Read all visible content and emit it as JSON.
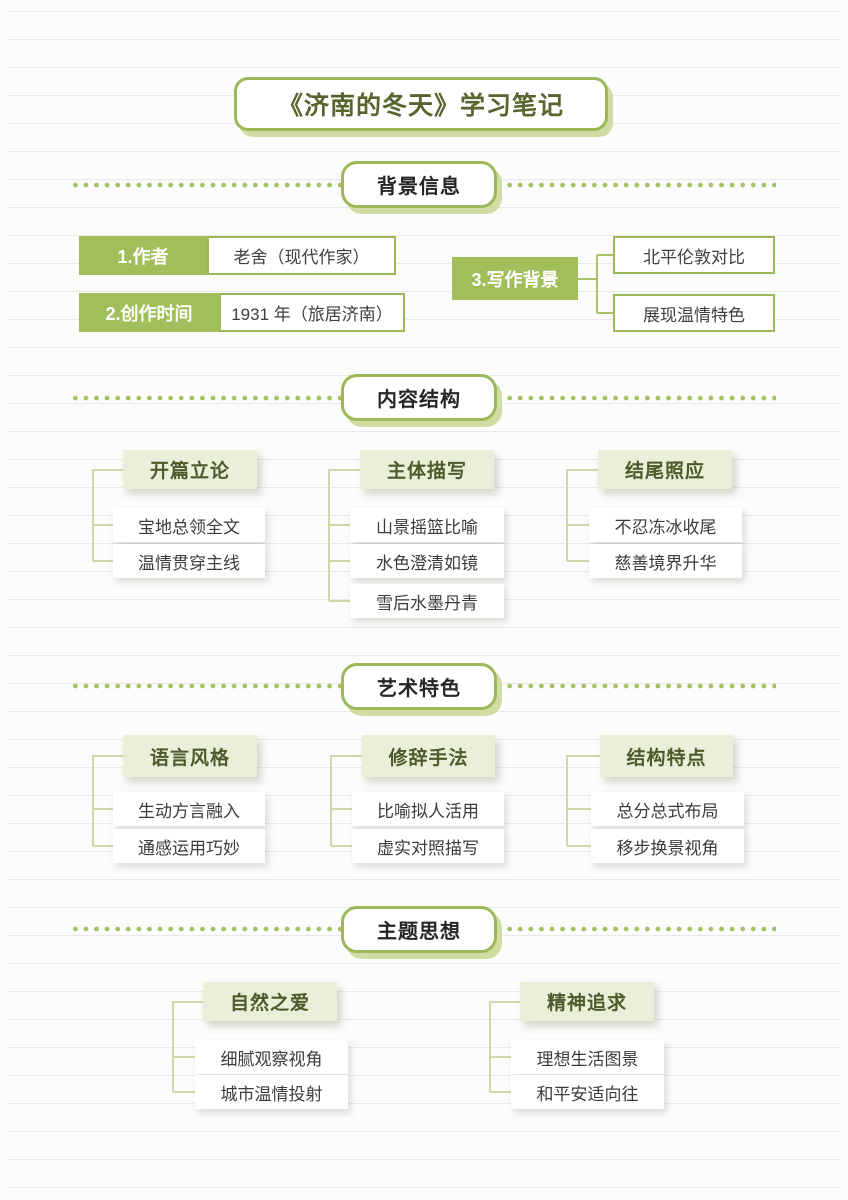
{
  "title": "《济南的冬天》学习笔记",
  "colors": {
    "accent_green": "#a0bf5a",
    "border_green": "#9cb859",
    "light_green_bg": "#e9efd8",
    "dark_olive_text": "#57652e",
    "dot_green": "#a3c161",
    "connector_green": "#c3d396"
  },
  "sections": [
    {
      "header": "背景信息",
      "facts": [
        {
          "label": "1.作者",
          "value": "老舍（现代作家）"
        },
        {
          "label": "2.创作时间",
          "value": "1931 年（旅居济南）"
        }
      ],
      "branch": {
        "label": "3.写作背景",
        "children": [
          "北平伦敦对比",
          "展现温情特色"
        ]
      }
    },
    {
      "header": "内容结构",
      "columns": [
        {
          "title": "开篇立论",
          "items": [
            "宝地总领全文",
            "温情贯穿主线"
          ]
        },
        {
          "title": "主体描写",
          "items": [
            "山景摇篮比喻",
            "水色澄清如镜",
            "雪后水墨丹青"
          ]
        },
        {
          "title": "结尾照应",
          "items": [
            "不忍冻冰收尾",
            "慈善境界升华"
          ]
        }
      ]
    },
    {
      "header": "艺术特色",
      "columns": [
        {
          "title": "语言风格",
          "items": [
            "生动方言融入",
            "通感运用巧妙"
          ]
        },
        {
          "title": "修辞手法",
          "items": [
            "比喻拟人活用",
            "虚实对照描写"
          ]
        },
        {
          "title": "结构特点",
          "items": [
            "总分总式布局",
            "移步换景视角"
          ]
        }
      ]
    },
    {
      "header": "主题思想",
      "columns": [
        {
          "title": "自然之爱",
          "items": [
            "细腻观察视角",
            "城市温情投射"
          ]
        },
        {
          "title": "精神追求",
          "items": [
            "理想生活图景",
            "和平安适向往"
          ]
        }
      ]
    }
  ]
}
